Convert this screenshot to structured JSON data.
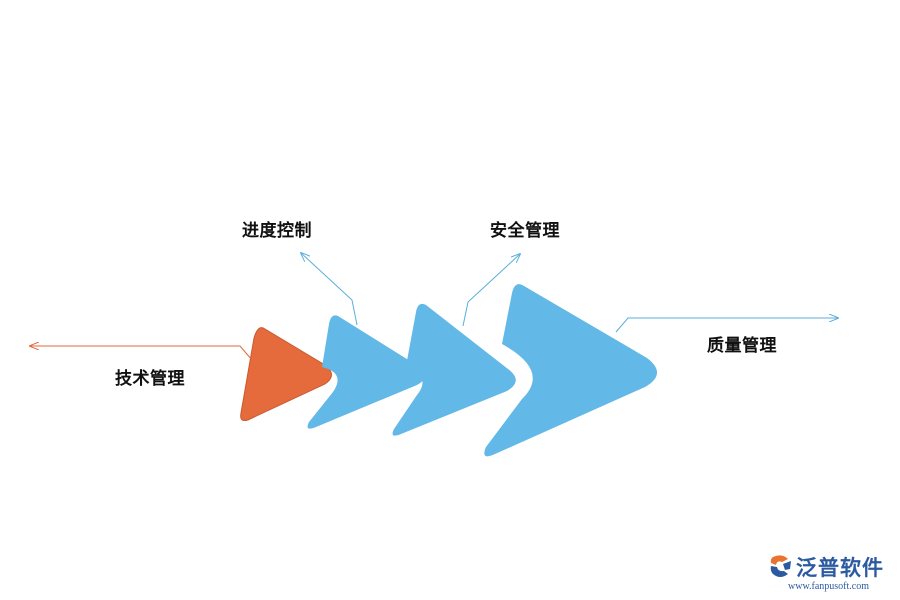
{
  "labels": {
    "progress": "进度控制",
    "safety": "安全管理",
    "quality": "质量管理",
    "tech": "技术管理"
  },
  "logo": {
    "name": "泛普软件",
    "url": "www.fanpusoft.com",
    "icon": "fanpu-logo-icon"
  },
  "colors": {
    "arrow_blue": "#62b8e6",
    "arrow_orange": "#e56b3c",
    "line_blue": "#5aaedc",
    "line_orange": "#e2673c",
    "logo_blue": "#2c5aa0",
    "logo_orange": "#e8742f"
  }
}
